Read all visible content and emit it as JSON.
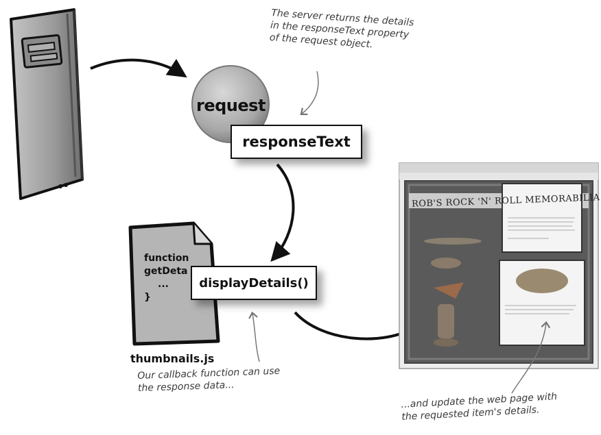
{
  "annotations": {
    "server_note": [
      "The server returns the details",
      "in the responseText property",
      "of the request object."
    ],
    "callback_note": [
      "Our callback function can use",
      "the response data..."
    ],
    "update_note": [
      "...and update the web page with",
      "the requested item's details."
    ]
  },
  "request_label": "request",
  "response_text_label": "responseText",
  "display_details_label": "displayDetails()",
  "file": {
    "name": "thumbnails.js",
    "code_lines": [
      "function",
      "getDeta",
      "...",
      "}"
    ]
  },
  "webpage": {
    "site_title": "ROB'S ROCK 'N' ROLL MEMORABILIA"
  },
  "colors": {
    "server_body": "#9a9a9a",
    "request_ball": "#b8b8b8",
    "page_bg": "#5a5a5a",
    "outline": "#111111"
  },
  "icons": [
    "server-icon",
    "javascript-file-icon",
    "browser-window-icon"
  ]
}
